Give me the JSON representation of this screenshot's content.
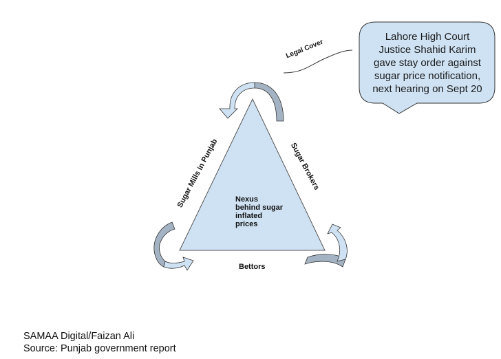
{
  "colors": {
    "triangle_fill": "#cfe2f3",
    "arrow_light": "#cfe2f3",
    "arrow_dark": "#a4b3c3",
    "stroke": "#333333",
    "callout_fill": "#cfe2f3"
  },
  "diagram": {
    "center_text": [
      "Nexus",
      "behind sugar",
      "inflated",
      "prices"
    ],
    "vertices": {
      "left_side_label": "Sugar Mills in Punjab",
      "right_side_label": "Sugar Brokers",
      "bottom_label": "Bettors"
    },
    "connector_label": "Legal Cover",
    "callout": {
      "lines": [
        "Lahore High Court",
        "Justice Shahid Karim",
        "gave stay order against",
        "sugar price notification,",
        "next hearing on Sept 20"
      ]
    }
  },
  "credits": {
    "author": "SAMAA Digital/Faizan Ali",
    "source": "Source: Punjab government report"
  }
}
